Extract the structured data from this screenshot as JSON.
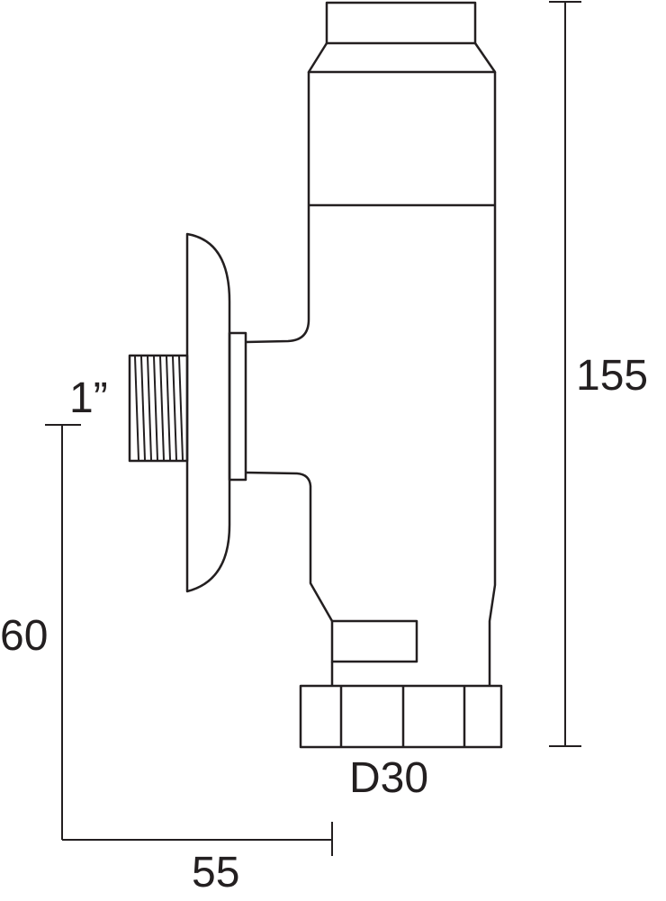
{
  "dimensions": {
    "height": "155",
    "inlet_height": "60",
    "offset": "55",
    "outlet": "D30",
    "thread": "1”"
  },
  "colors": {
    "ink": "#231f20",
    "background": "#ffffff"
  }
}
